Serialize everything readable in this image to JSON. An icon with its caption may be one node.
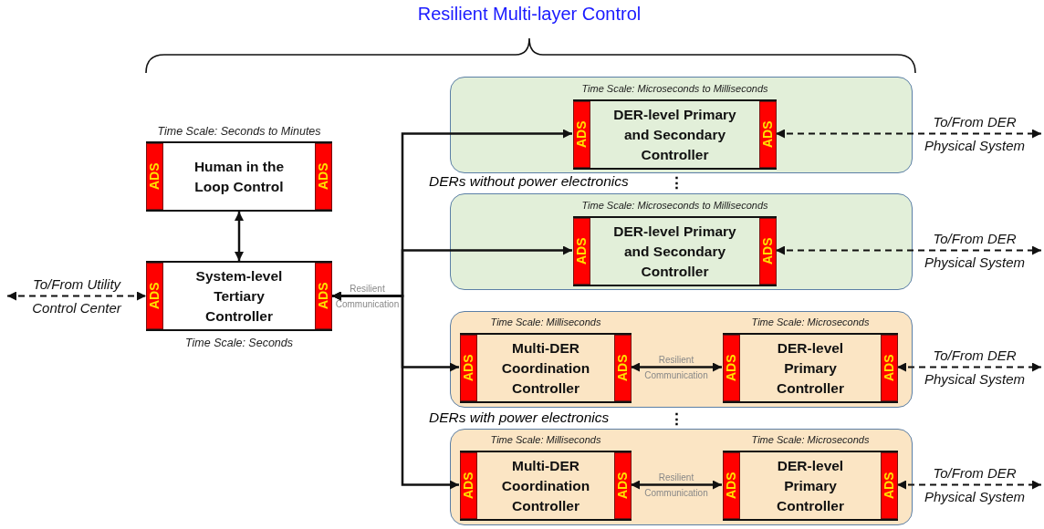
{
  "diagram": {
    "title": "Resilient Multi-layer Control",
    "nodes": [
      {
        "text": [
          "ADS",
          "Human in the Loop Control",
          "ADS"
        ],
        "beside": [
          "Time Scale: Seconds to Minutes"
        ]
      },
      {
        "text": [
          "ADS",
          "System-level Tertiary Controller",
          "ADS"
        ],
        "beside": [
          "Time Scale: Seconds"
        ]
      },
      {
        "text": [],
        "shape": "box"
      },
      {
        "text": [
          "ADS",
          "DER-level Primary and Secondary Controller",
          "ADS"
        ],
        "in": 2,
        "beside": [
          "Time Scale: Microseconds to Milliseconds"
        ]
      },
      {
        "text": [],
        "shape": "box"
      },
      {
        "text": [
          "ADS",
          "DER-level Primary and Secondary Controller",
          "ADS"
        ],
        "in": 4,
        "beside": [
          "Time Scale: Microseconds to Milliseconds"
        ]
      },
      {
        "text": [],
        "shape": "box"
      },
      {
        "text": [
          "ADS",
          "Multi-DER Coordination Controller",
          "ADS"
        ],
        "in": 6,
        "beside": [
          "Time Scale: Milliseconds"
        ]
      },
      {
        "text": [
          "ADS",
          "DER-level Primary Controller",
          "ADS"
        ],
        "in": 6,
        "beside": [
          "Time Scale: Microseconds"
        ]
      },
      {
        "text": [],
        "shape": "box"
      },
      {
        "text": [
          "ADS",
          "Multi-DER Coordination Controller",
          "ADS"
        ],
        "in": 9,
        "beside": [
          "Time Scale: Milliseconds"
        ]
      },
      {
        "text": [
          "ADS",
          "DER-level Primary Controller",
          "ADS"
        ],
        "in": 9,
        "beside": [
          "Time Scale: Microseconds"
        ]
      }
    ],
    "edges": [
      {
        "from": 0,
        "to": 1,
        "arrow": "both"
      },
      {
        "from": null,
        "to": 1,
        "arrow": "both",
        "style": "dashed",
        "label": "To/From Utility Control Center"
      },
      {
        "from": 1,
        "to": 3,
        "arrow": "both",
        "label": "Resilient Communication"
      },
      {
        "from": 1,
        "to": 5,
        "arrow": "both"
      },
      {
        "from": 1,
        "to": 7,
        "arrow": "both"
      },
      {
        "from": 1,
        "to": 10,
        "arrow": "both"
      },
      {
        "from": 3,
        "to": null,
        "arrow": "both",
        "style": "dashed",
        "label": "To/From DER Physical System"
      },
      {
        "from": 5,
        "to": null,
        "arrow": "both",
        "style": "dashed",
        "label": "To/From DER Physical System"
      },
      {
        "from": 7,
        "to": 8,
        "arrow": "both",
        "label": "Resilient Communication"
      },
      {
        "from": 8,
        "to": null,
        "arrow": "both",
        "style": "dashed",
        "label": "To/From DER Physical System"
      },
      {
        "from": 10,
        "to": 11,
        "arrow": "both",
        "label": "Resilient Communication"
      },
      {
        "from": 11,
        "to": null,
        "arrow": "both",
        "style": "dashed",
        "label": "To/From DER Physical System"
      }
    ],
    "labels": [
      "DERs without power electronics",
      "⋮",
      "DERs with power electronics",
      "⋮"
    ]
  }
}
